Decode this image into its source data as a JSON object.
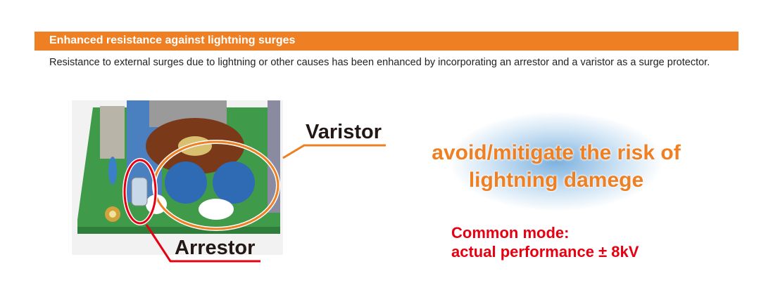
{
  "section": {
    "title": "Enhanced resistance against lightning surges",
    "description": "Resistance to external surges due to lightning or other causes has been enhanced by incorporating an arrestor and a varistor as a surge protector."
  },
  "figure": {
    "varistor_label": "Varistor",
    "arrestor_label": "Arrestor",
    "colors": {
      "varistor": "#ee7f22",
      "arrestor": "#e60012"
    }
  },
  "callout": {
    "headline_line1": "avoid/mitigate the risk of",
    "headline_line2": "lightning damege",
    "performance_line1": "Common mode:",
    "performance_line2": "actual performance ± 8kV"
  }
}
